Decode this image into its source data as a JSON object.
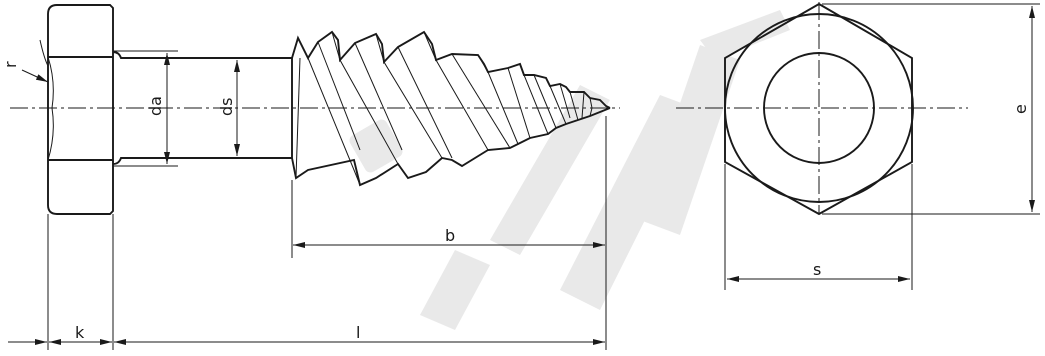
{
  "drawing": {
    "dimension_labels": {
      "r": "r",
      "da": "da",
      "ds": "ds",
      "b": "b",
      "k": "k",
      "l": "l",
      "s": "s",
      "e": "e"
    }
  }
}
